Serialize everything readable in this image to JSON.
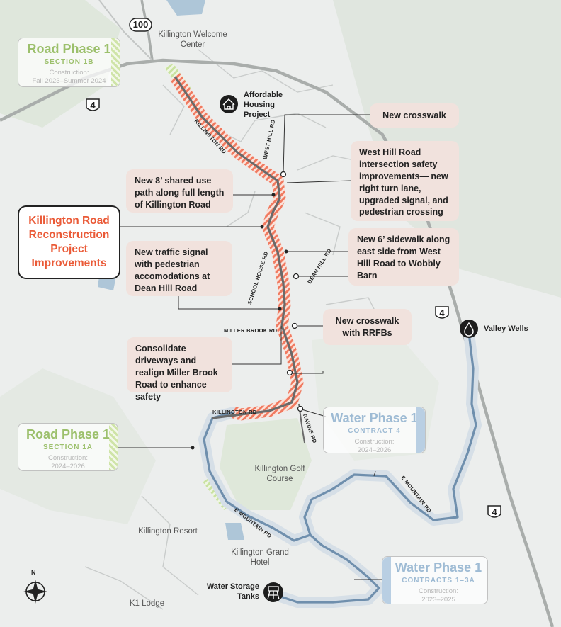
{
  "title": "Killington Road Reconstruction Project Improvements",
  "callouts": {
    "new_crosswalk": "New crosswalk",
    "west_hill": "West Hill Road intersection safety improvements— new right turn lane, upgraded signal, and pedestrian crossing",
    "shared_path": "New 8’ shared use path along full length of Killington Road",
    "sidewalk": "New 6’ sidewalk along east side from West Hill Road to Wobbly Barn",
    "traffic_signal": "New traffic signal with pedestrian accomodations at Dean Hill Road",
    "crosswalk_rrfb": "New crosswalk with RRFBs",
    "consolidate": "Consolidate driveways and realign Miller Brook Road to enhance safety"
  },
  "phases": {
    "road_1b": {
      "title": "Road Phase 1",
      "section": "SECTION 1B",
      "construction": "Construction:",
      "dates": "Fall 2023–Summer 2024"
    },
    "road_1a": {
      "title": "Road Phase 1",
      "section": "SECTION 1A",
      "construction": "Construction:",
      "dates": "2024–2026"
    },
    "water_4": {
      "title": "Water Phase 1",
      "contract": "CONTRACT 4",
      "construction": "Construction:",
      "dates": "2024–2026"
    },
    "water_13a": {
      "title": "Water Phase 1",
      "contract": "CONTRACTS 1–3A",
      "construction": "Construction:",
      "dates": "2023–2025"
    }
  },
  "places": {
    "welcome": "Killington Welcome Center",
    "housing": "Affordable Housing Project",
    "valley_wells": "Valley Wells",
    "golf": "Killington Golf Course",
    "resort": "Killington Resort",
    "grand_hotel": "Killington Grand Hotel",
    "water_tanks": "Water Storage Tanks",
    "k1": "K1 Lodge"
  },
  "roads": {
    "killington_rd_north": "KILLINGTON RD",
    "killington_rd_south": "KILLINGTON RD",
    "west_hill": "WEST HILL RD",
    "school_house": "SCHOOL HOUSE RD",
    "dean_hill": "DEAN HILL RD",
    "miller_brook": "MILLER BROOK RD",
    "ravine": "RAVINE RD",
    "e_mountain_1": "E MOUNTAIN RD",
    "e_mountain_2": "E MOUNTAIN RD"
  },
  "shields": {
    "route100": "100",
    "route4_a": "4",
    "route4_b": "4",
    "route4_c": "4"
  },
  "north_label": "N",
  "icons": {
    "housing": "house-icon",
    "wells": "water-drop-icon",
    "tanks": "water-tower-icon",
    "compass": "compass-icon"
  },
  "colors": {
    "project": "#ea5a37",
    "water": "#6f8fad",
    "road_phase": "#9cc06c",
    "callout_bg": "#f1e2dd"
  }
}
